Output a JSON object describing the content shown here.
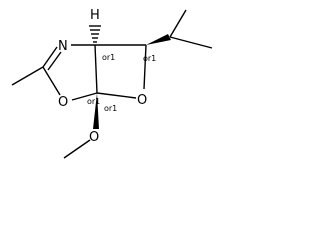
{
  "molecule": {
    "atoms": {
      "nitrogen": "N",
      "hydrogen": "H",
      "ring_oxygen_left": "O",
      "ring_oxygen_right": "O",
      "methoxy_oxygen": "O"
    },
    "stereo_labels": {
      "c5": "or1",
      "c7": "or1",
      "c1": "or1",
      "c4": "or1"
    }
  }
}
